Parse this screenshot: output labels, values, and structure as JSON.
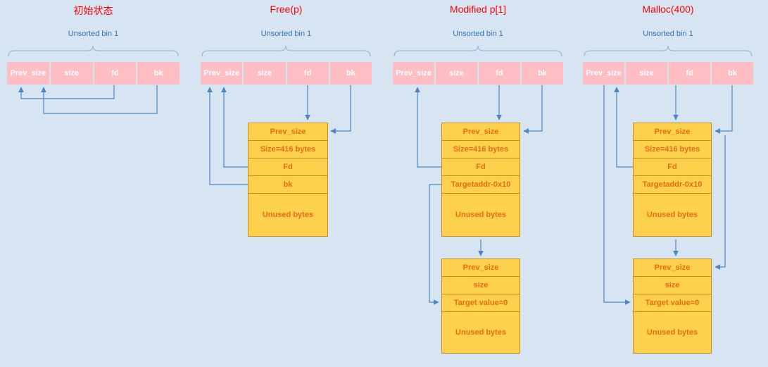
{
  "colors": {
    "background": "#d7e5f3",
    "title_color": "#ff0000",
    "bin_label_color": "#2e74b5",
    "bin_cell_bg": "#ffbec4",
    "bin_cell_text": "#ffffff",
    "chunk_bg": "#fdd04e",
    "chunk_border": "#c98c1c",
    "chunk_text": "#e86c0e",
    "arrow_color": "#4a86c5"
  },
  "panels": [
    {
      "title": "初始状态",
      "bin_label": "Unsorted bin 1",
      "bin_row": [
        "Prev_size",
        "size",
        "fd",
        "bk"
      ],
      "chunks": []
    },
    {
      "title": "Free(p)",
      "bin_label": "Unsorted bin 1",
      "bin_row": [
        "Prev_size",
        "size",
        "fd",
        "bk"
      ],
      "chunks": [
        [
          "Prev_size",
          "Size=416 bytes",
          "Fd",
          "bk",
          "Unused bytes"
        ]
      ]
    },
    {
      "title": "Modified p[1]",
      "bin_label": "Unsorted bin 1",
      "bin_row": [
        "Prev_size",
        "size",
        "fd",
        "bk"
      ],
      "chunks": [
        [
          "Prev_size",
          "Size=416 bytes",
          "Fd",
          "Targetaddr-0x10",
          "Unused bytes"
        ],
        [
          "Prev_size",
          "size",
          "Target value=0",
          "Unused bytes"
        ]
      ]
    },
    {
      "title": "Malloc(400)",
      "bin_label": "Unsorted bin 1",
      "bin_row": [
        "Prev_size",
        "size",
        "fd",
        "bk"
      ],
      "chunks": [
        [
          "Prev_size",
          "Size=416 bytes",
          "Fd",
          "Targetaddr-0x10",
          "Unused bytes"
        ],
        [
          "Prev_size",
          "size",
          "Target value=0",
          "Unused bytes"
        ]
      ]
    }
  ]
}
